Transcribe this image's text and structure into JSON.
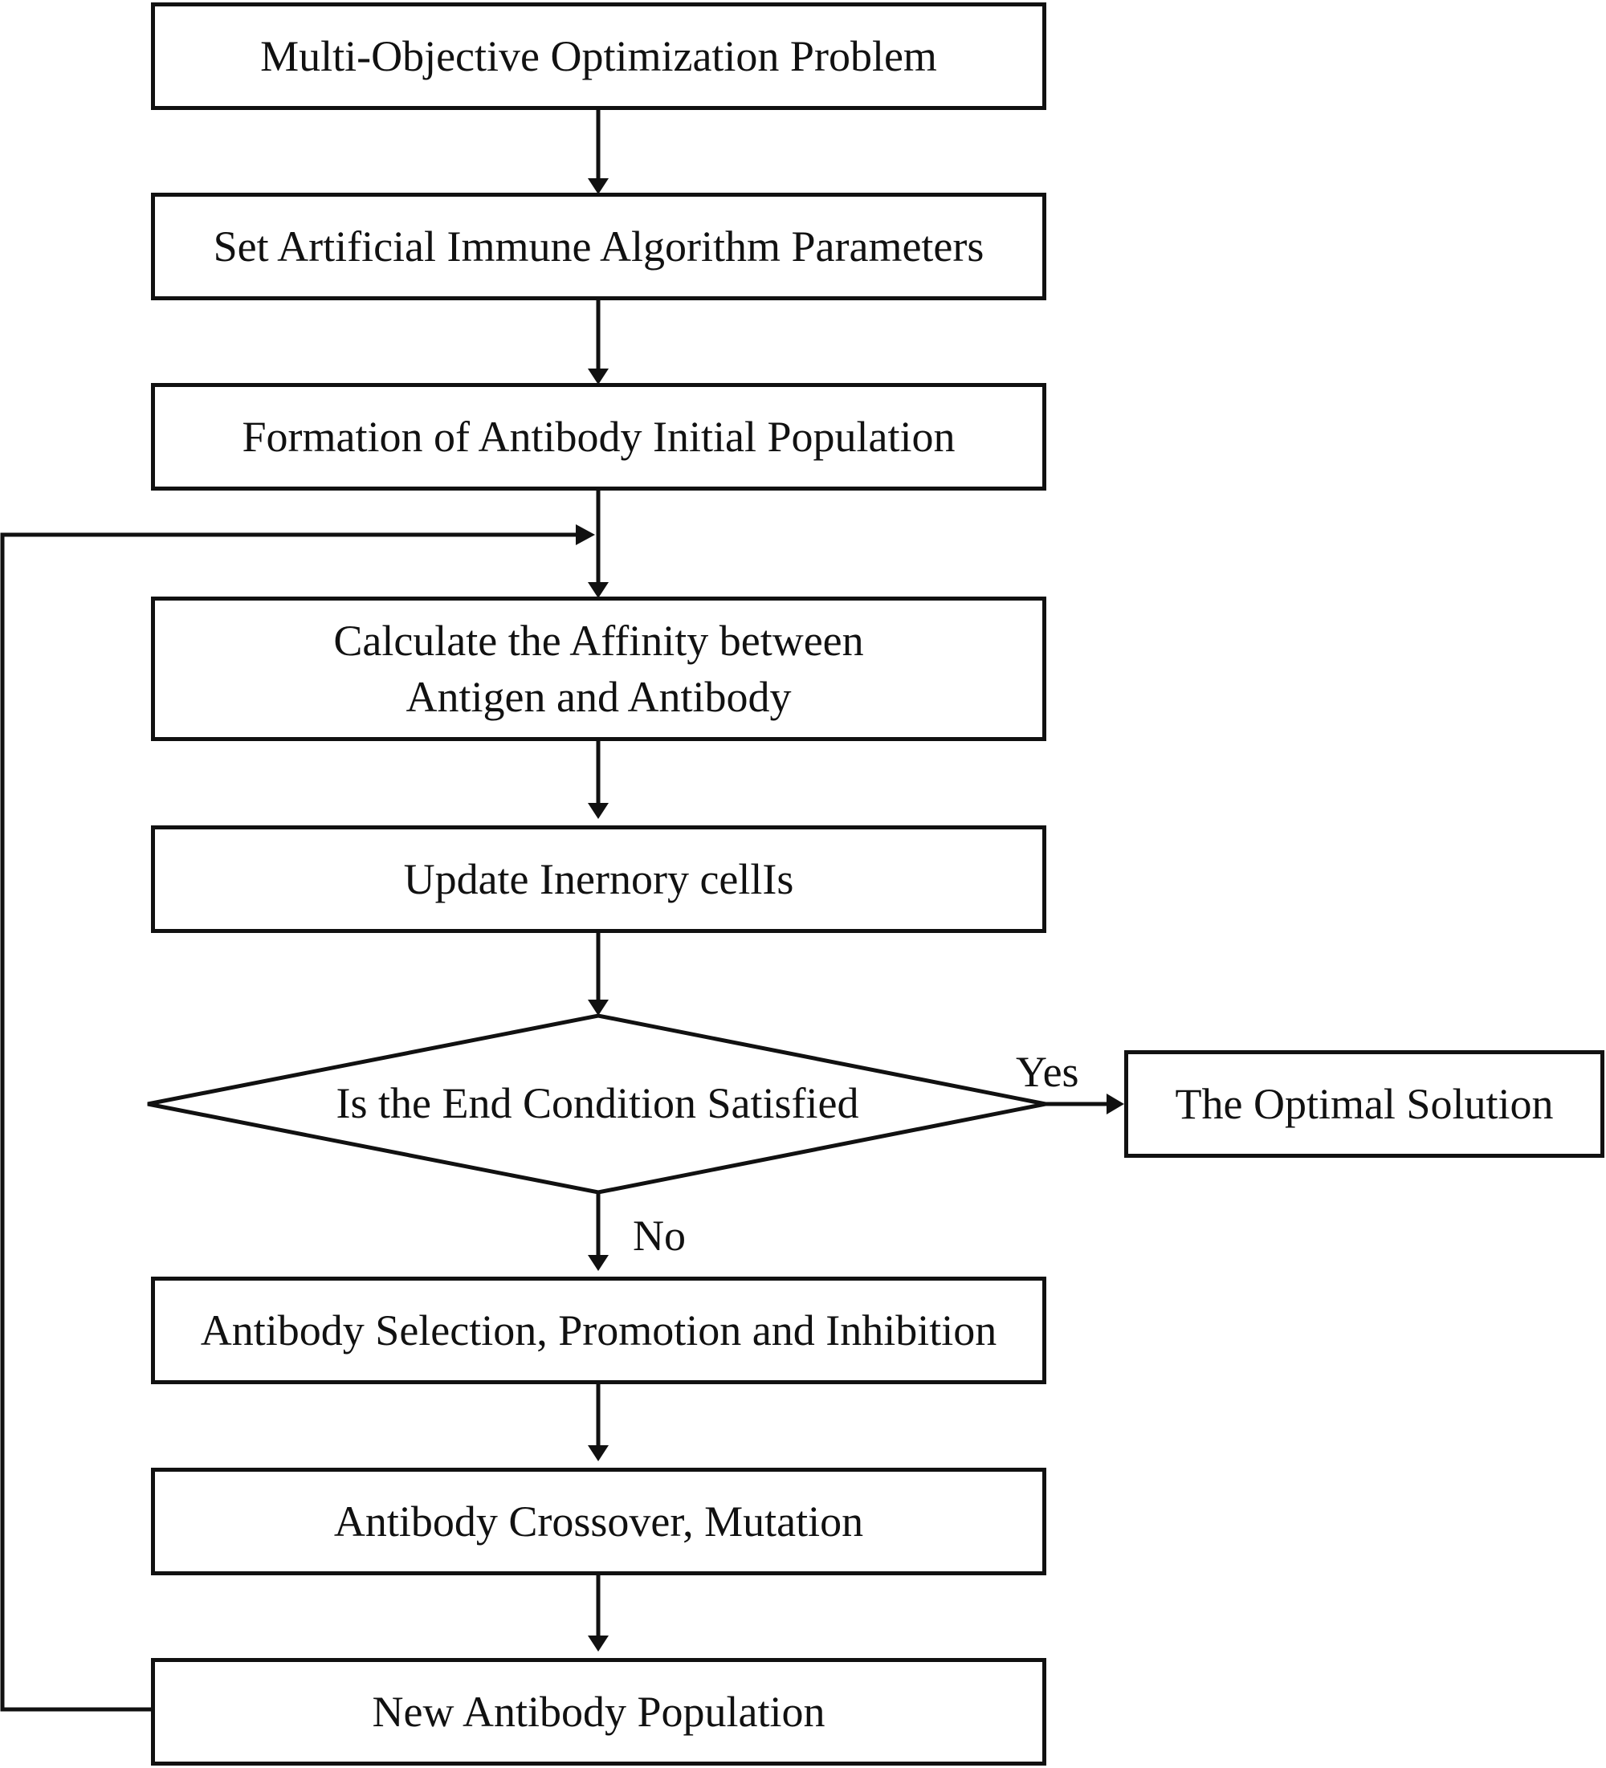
{
  "steps": {
    "problem": "Multi-Objective Optimization Problem",
    "set_params": "Set Artificial Immune Algorithm Parameters",
    "init_population": "Formation of Antibody Initial Population",
    "affinity_line1": "Calculate the Affinity between",
    "affinity_line2": "Antigen and Antibody",
    "update_memory": "Update Inernory cellIs",
    "decision": "Is the End Condition Satisfied",
    "optimal": "The Optimal Solution",
    "selection": "Antibody Selection, Promotion and Inhibition",
    "crossover": "Antibody Crossover, Mutation",
    "new_population": "New Antibody Population"
  },
  "edge_labels": {
    "yes": "Yes",
    "no": "No"
  }
}
